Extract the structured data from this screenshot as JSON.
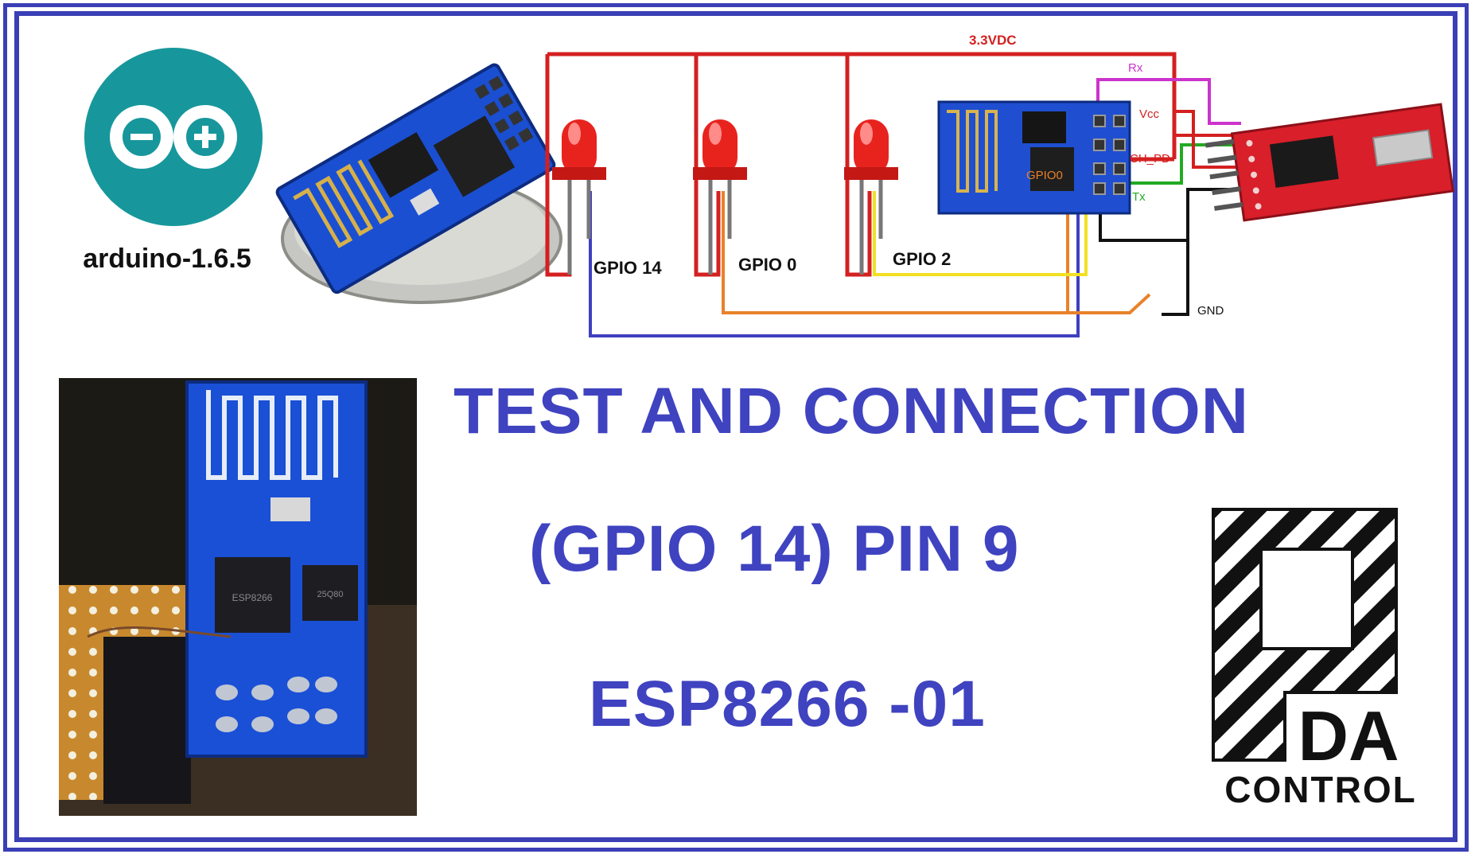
{
  "headline": {
    "line1": "TEST AND CONNECTION",
    "line2": "(GPIO 14) PIN 9",
    "line3": "ESP8266 -01"
  },
  "arduino_logo": {
    "caption": "arduino-1.6.5"
  },
  "schematic": {
    "supply_label": "3.3VDC",
    "led_labels": [
      "GPIO 14",
      "GPIO 0",
      "GPIO 2"
    ],
    "module_pin_label": "GPIO0",
    "ftdi_pins": {
      "rx": "Rx",
      "vcc": "Vcc",
      "ch_pd": "CH_PD",
      "tx": "Tx",
      "gnd": "GND"
    }
  },
  "chip_markings": {
    "esp": "ESP8266",
    "flash": "25Q80"
  },
  "logo_text": {
    "letters": "DA",
    "word": "CONTROL"
  },
  "colors": {
    "frame": "#3b3fb6",
    "headline": "#3f43c0",
    "wire_red": "#d42020",
    "wire_blue": "#4040c0",
    "wire_orange": "#e8822a",
    "wire_yellow": "#f2e022",
    "wire_magenta": "#cc33cc",
    "wire_green": "#22aa22",
    "wire_black": "#111111",
    "pcb_blue": "#1a4fd1",
    "arduino_teal": "#17979c"
  }
}
